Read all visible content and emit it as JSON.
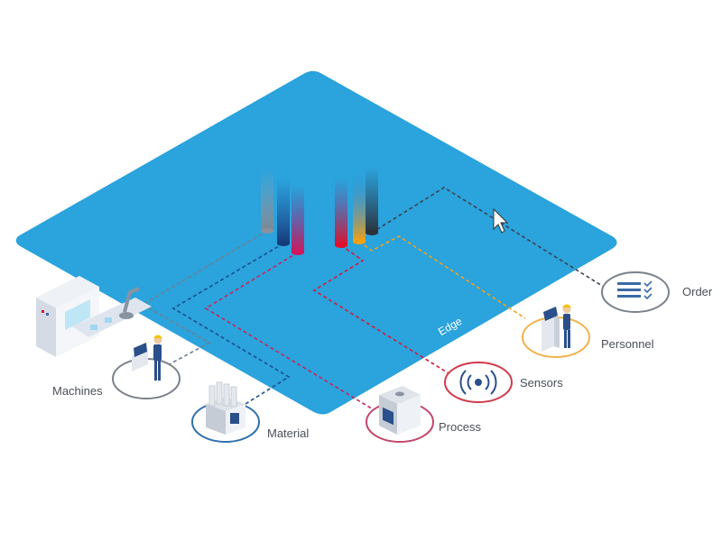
{
  "platform": {
    "label": "Edge",
    "color": "#2ba3dc"
  },
  "nodes": {
    "order": {
      "label": "Order",
      "ring_color": "#7a818b",
      "icon": "checklist-icon"
    },
    "personnel": {
      "label": "Personnel",
      "ring_color": "#f0b24a",
      "icon": "operator-terminal-icon"
    },
    "sensors": {
      "label": "Sensors",
      "ring_color": "#d23a4c",
      "icon": "wireless-sensor-icon"
    },
    "process": {
      "label": "Process",
      "ring_color": "#c2456a",
      "icon": "qr-cube-icon"
    },
    "material": {
      "label": "Material",
      "ring_color": "#2f6fb0",
      "icon": "qr-box-icon"
    },
    "machines": {
      "label": "Machines",
      "ring_color": "#7a818b",
      "icon": "production-machine-icon"
    }
  },
  "line_colors": {
    "order": "#3a4450",
    "personnel": "#f0a21c",
    "sensors": "#d21c3a",
    "process": "#c8245a",
    "material": "#1d4f8f",
    "machines": "#6f7f90"
  }
}
